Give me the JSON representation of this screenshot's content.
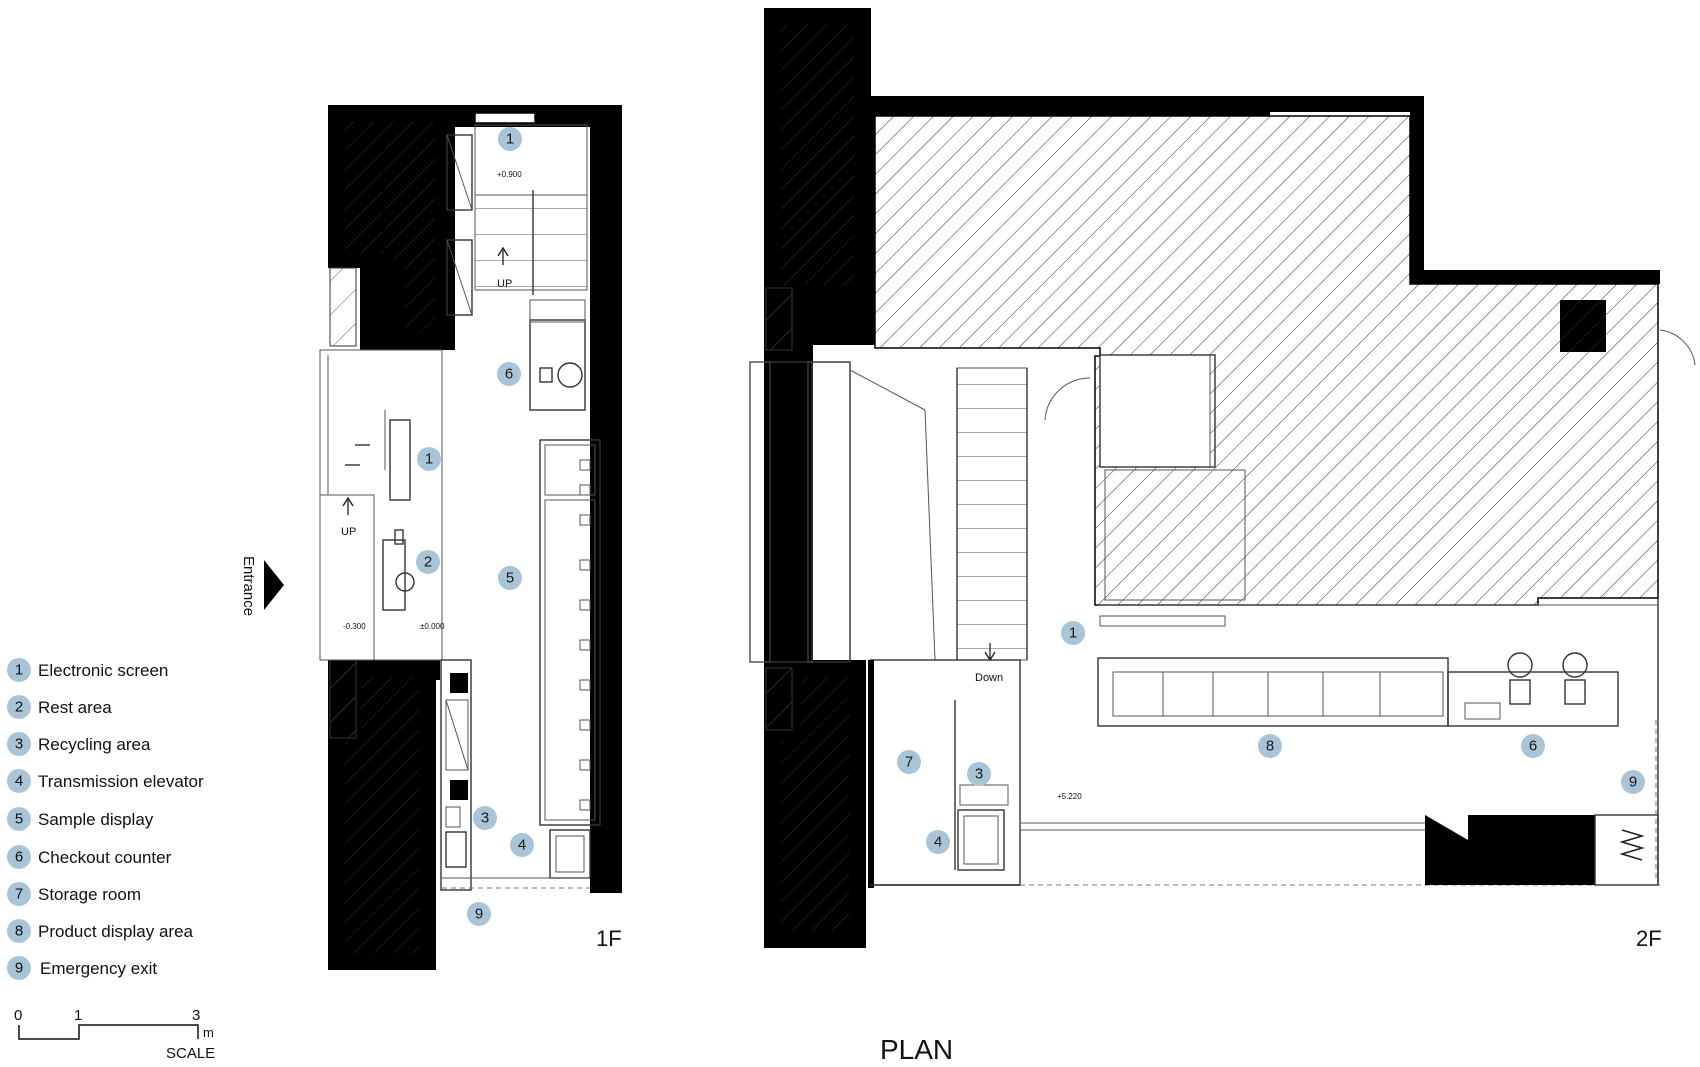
{
  "title": "PLAN",
  "floors": {
    "first": "1F",
    "second": "2F"
  },
  "entrance_label": "Entrance",
  "stair_labels": {
    "up_1": "UP",
    "up_2": "UP",
    "down": "Down"
  },
  "levels": {
    "l1": "+0.900",
    "l2": "-0.300",
    "l3": "±0.000",
    "l4": "+5.220"
  },
  "legend": [
    {
      "num": "1",
      "label": "Electronic screen"
    },
    {
      "num": "2",
      "label": "Rest area"
    },
    {
      "num": "3",
      "label": "Recycling area"
    },
    {
      "num": "4",
      "label": "Transmission elevator"
    },
    {
      "num": "5",
      "label": "Sample display"
    },
    {
      "num": "6",
      "label": "Checkout counter"
    },
    {
      "num": "7",
      "label": "Storage room"
    },
    {
      "num": "8",
      "label": "Product display area"
    },
    {
      "num": "9",
      "label": "Emergency exit"
    }
  ],
  "scale": {
    "ticks": [
      "0",
      "1",
      "3"
    ],
    "unit": "m",
    "label": "SCALE"
  },
  "markers_1f": [
    "1",
    "6",
    "1",
    "2",
    "5",
    "3",
    "4",
    "9"
  ],
  "markers_2f": [
    "1",
    "7",
    "3",
    "4",
    "8",
    "6",
    "9"
  ],
  "colors": {
    "marker": "#a9c4d6",
    "wall": "#000000"
  }
}
